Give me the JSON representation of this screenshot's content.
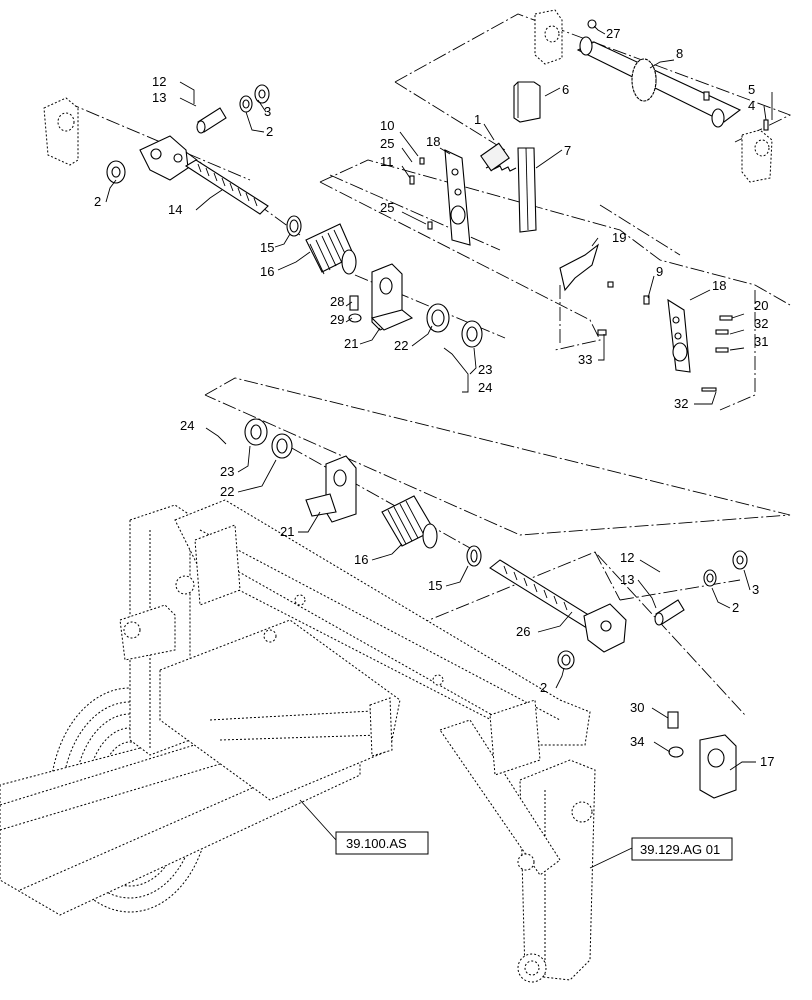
{
  "callouts": [
    {
      "id": "c27",
      "label": "27"
    },
    {
      "id": "c8",
      "label": "8"
    },
    {
      "id": "c5",
      "label": "5"
    },
    {
      "id": "c4",
      "label": "4"
    },
    {
      "id": "c6",
      "label": "6"
    },
    {
      "id": "c7",
      "label": "7"
    },
    {
      "id": "c1",
      "label": "1"
    },
    {
      "id": "c12a",
      "label": "12"
    },
    {
      "id": "c13a",
      "label": "13"
    },
    {
      "id": "c3a",
      "label": "3"
    },
    {
      "id": "c2a",
      "label": "2"
    },
    {
      "id": "c2b",
      "label": "2"
    },
    {
      "id": "c14",
      "label": "14"
    },
    {
      "id": "c10",
      "label": "10"
    },
    {
      "id": "c25a",
      "label": "25"
    },
    {
      "id": "c11",
      "label": "11"
    },
    {
      "id": "c18a",
      "label": "18"
    },
    {
      "id": "c25b",
      "label": "25"
    },
    {
      "id": "c15a",
      "label": "15"
    },
    {
      "id": "c16a",
      "label": "16"
    },
    {
      "id": "c19",
      "label": "19"
    },
    {
      "id": "c9",
      "label": "9"
    },
    {
      "id": "c18b",
      "label": "18"
    },
    {
      "id": "c20",
      "label": "20"
    },
    {
      "id": "c32a",
      "label": "32"
    },
    {
      "id": "c31",
      "label": "31"
    },
    {
      "id": "c28",
      "label": "28"
    },
    {
      "id": "c29",
      "label": "29"
    },
    {
      "id": "c21a",
      "label": "21"
    },
    {
      "id": "c22a",
      "label": "22"
    },
    {
      "id": "c23a",
      "label": "23"
    },
    {
      "id": "c24a",
      "label": "24"
    },
    {
      "id": "c33",
      "label": "33"
    },
    {
      "id": "c32b",
      "label": "32"
    },
    {
      "id": "c24b",
      "label": "24"
    },
    {
      "id": "c23b",
      "label": "23"
    },
    {
      "id": "c22b",
      "label": "22"
    },
    {
      "id": "c21b",
      "label": "21"
    },
    {
      "id": "c16b",
      "label": "16"
    },
    {
      "id": "c15b",
      "label": "15"
    },
    {
      "id": "c12b",
      "label": "12"
    },
    {
      "id": "c13b",
      "label": "13"
    },
    {
      "id": "c3b",
      "label": "3"
    },
    {
      "id": "c2c",
      "label": "2"
    },
    {
      "id": "c26",
      "label": "26"
    },
    {
      "id": "c2d",
      "label": "2"
    },
    {
      "id": "c30",
      "label": "30"
    },
    {
      "id": "c34",
      "label": "34"
    },
    {
      "id": "c17",
      "label": "17"
    }
  ],
  "references": [
    {
      "id": "ref1",
      "label": "39.100.AS"
    },
    {
      "id": "ref2",
      "label": "39.129.AG 01"
    }
  ]
}
